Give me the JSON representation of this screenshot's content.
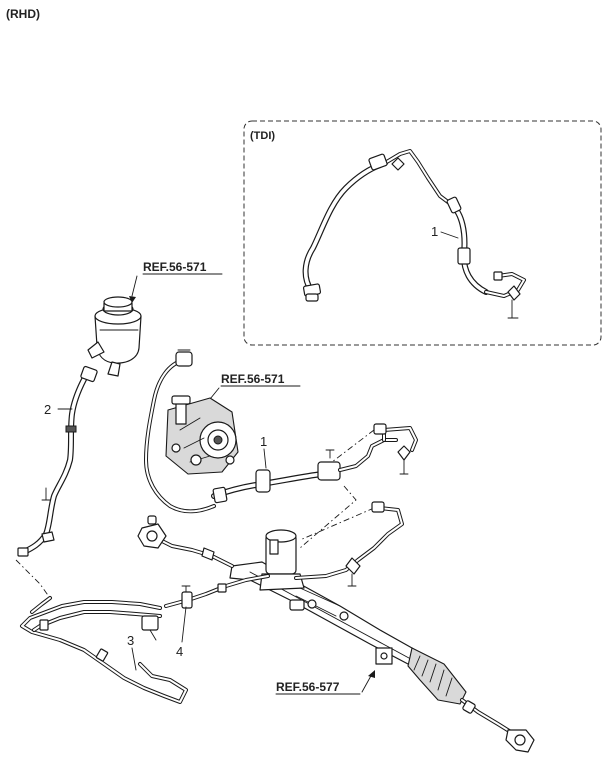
{
  "header": {
    "variant": "(RHD)"
  },
  "inset": {
    "title": "(TDI)",
    "callout": "1"
  },
  "refs": {
    "reservoir": "REF.56-571",
    "pump": "REF.56-571",
    "gear": "REF.56-577"
  },
  "callouts": {
    "pressure_hose": "1",
    "suction_hose": "2",
    "return_tube": "3",
    "return_hose": "4"
  }
}
